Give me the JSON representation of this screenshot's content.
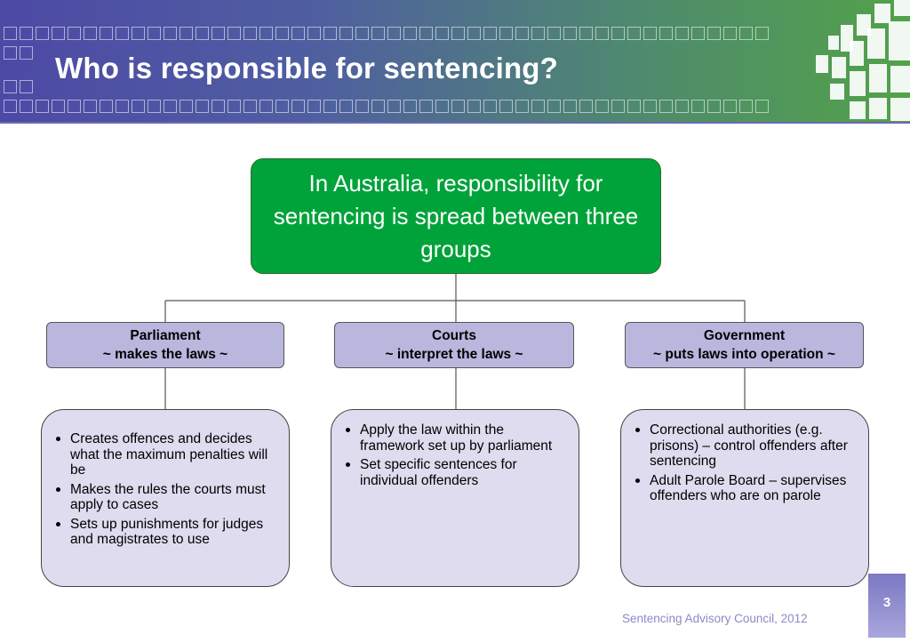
{
  "slide": {
    "title": "Who is responsible for sentencing?",
    "main_box": "In Australia, responsibility for sentencing is spread between three groups",
    "groups": [
      {
        "name": "Parliament",
        "role": "~ makes the laws ~",
        "bullets": [
          "Creates offences and decides what the maximum penalties will be",
          "Makes the rules the courts must apply to cases",
          "Sets up punishments for judges and magistrates to use"
        ]
      },
      {
        "name": "Courts",
        "role": "~ interpret the laws ~",
        "bullets": [
          "Apply the law within  the framework set up by parliament",
          "Set specific sentences for individual offenders"
        ]
      },
      {
        "name": "Government",
        "role": "~ puts laws into operation ~",
        "bullets": [
          "Correctional authorities (e.g. prisons) – control offenders after sentencing",
          "Adult Parole Board – supervises offenders who are on parole"
        ]
      }
    ],
    "footer": "Sentencing Advisory Council, 2012",
    "page_number": "3"
  },
  "colors": {
    "main_box": "#00a33a",
    "group_box": "#b9b7de",
    "detail_box": "#dedcee",
    "footer_text": "#8a8ac8"
  }
}
